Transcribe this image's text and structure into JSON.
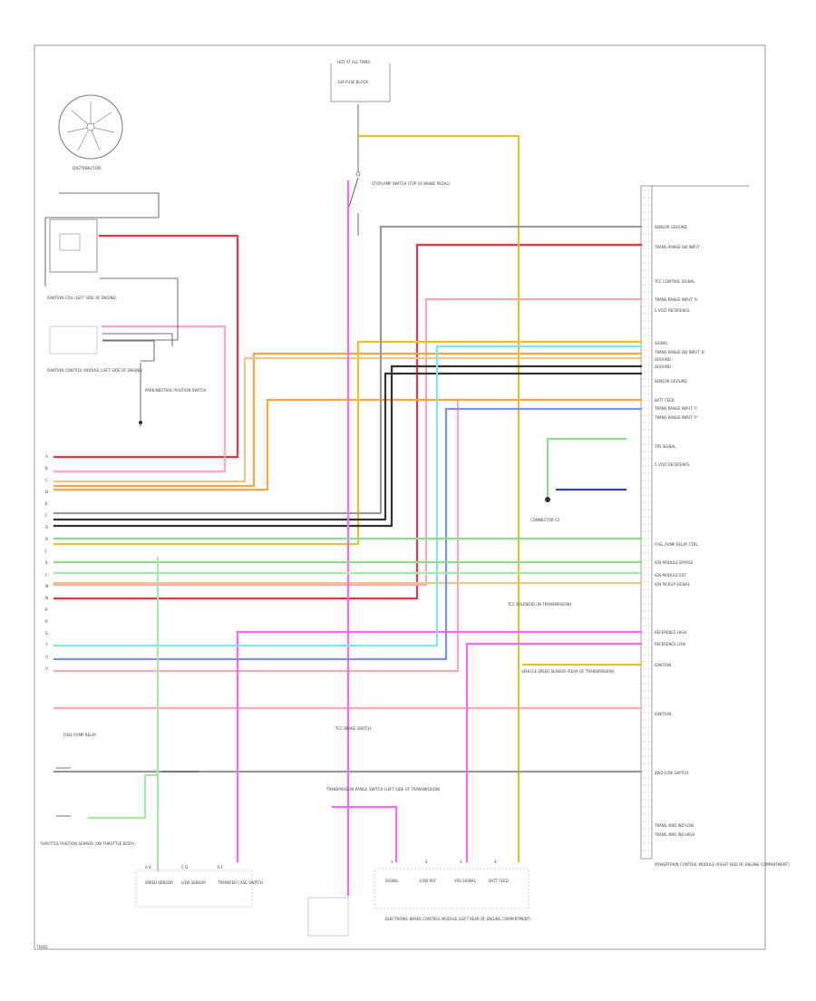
{
  "diagram": {
    "footer_code": "T5002",
    "colors": {
      "red": "#ee3344",
      "pink": "#f7a9b6",
      "orange": "#f5a54a",
      "tan": "#e8c98a",
      "yellow": "#e2c23a",
      "gray": "#9a9a9a",
      "black": "#333333",
      "magenta": "#f26bf2",
      "cyan": "#7fe6ee",
      "blue": "#7f8fe8",
      "darkblue": "#3344aa",
      "green": "#8fdc8f",
      "lightgreen": "#a9e6a9"
    },
    "components": {
      "distributor": "DISTRIBUTOR",
      "ignition_coil": "IGNITION COIL (LEFT SIDE OF ENGINE)",
      "ignition_control_module": "IGNITION CONTROL MODULE (LEFT SIDE OF ENGINE)",
      "hot_at_all_times": "HOT AT ALL TIMES",
      "fuse": "10A FUSE BLOCK",
      "stoplamp_switch": "STOPLAMP SWITCH (TOP OF BRAKE PEDAL)",
      "tcc_brake_switch": "TCC BRAKE SWITCH",
      "vss": "VEHICLE SPEED SENSOR (REAR OF TRANSMISSION)",
      "trans_control_module": "ELECTRONIC BRAKE CONTROL MODULE (LEFT REAR OF ENGINE COMPARTMENT)",
      "pcm": "POWERTRAIN CONTROL MODULE (RIGHT SIDE OF ENGINE COMPARTMENT)",
      "throttle_sensor": "THROTTLE POSITION SENSOR (ON THROTTLE BODY)",
      "tcc_solenoid": "TCC SOLENOID (IN TRANSMISSION)",
      "trans_range_switch": "TRANSMISSION RANGE SWITCH (LEFT SIDE OF TRANSMISSION)",
      "park_neutral": "PARK/NEUTRAL POSITION SWITCH",
      "connector_label": "CONNECTOR C2",
      "fuel_pump_relay": "FUEL PUMP RELAY"
    },
    "bottom_components": [
      {
        "label": "SPEED SENSOR",
        "pins": "A B"
      },
      {
        "label": "LOW SENSOR",
        "pins": "C D"
      },
      {
        "label": "TRANSFER CASE SWITCH",
        "pins": "E F"
      }
    ],
    "ebcm_pins": [
      {
        "label": "SIGNAL",
        "pin": "1"
      },
      {
        "label": "LOW REF",
        "pin": "2"
      },
      {
        "label": "VSS SIGNAL",
        "pin": "3"
      },
      {
        "label": "BATT FEED",
        "pin": "4"
      }
    ],
    "right_pins": [
      "SENSOR GROUND",
      "TRANS RANGE SW INPUT",
      "TCC CONTROL SIGNAL",
      "TRANS RANGE INPUT 'A'",
      "5 VOLT REFERENCE",
      "SIGNAL",
      "TRANS RANGE SW INPUT 'B'",
      "GROUND",
      "GROUND",
      "SENSOR GROUND",
      "BATT FEED",
      "TRANS RANGE INPUT 'C'",
      "TRANS RANGE INPUT 'P'",
      "TPS SIGNAL",
      "5 VOLT REFERENCE",
      "FUEL PUMP RELAY CTRL",
      "IGN MODULE BYPASS",
      "IGN MODULE EST",
      "IGN PICKUP SIGNAL",
      "REFERENCE HIGH",
      "REFERENCE LOW",
      "IGNITION",
      "IGNITION",
      "4WD LOW SWITCH",
      "TRANS 4WD IND LOW",
      "TRANS 4WD IND HIGH"
    ],
    "left_pins": [
      "A",
      "B",
      "C",
      "D",
      "E",
      "F",
      "G",
      "H",
      "J",
      "K",
      "L",
      "M",
      "N",
      "P",
      "R",
      "S",
      "T",
      "U",
      "V"
    ]
  }
}
